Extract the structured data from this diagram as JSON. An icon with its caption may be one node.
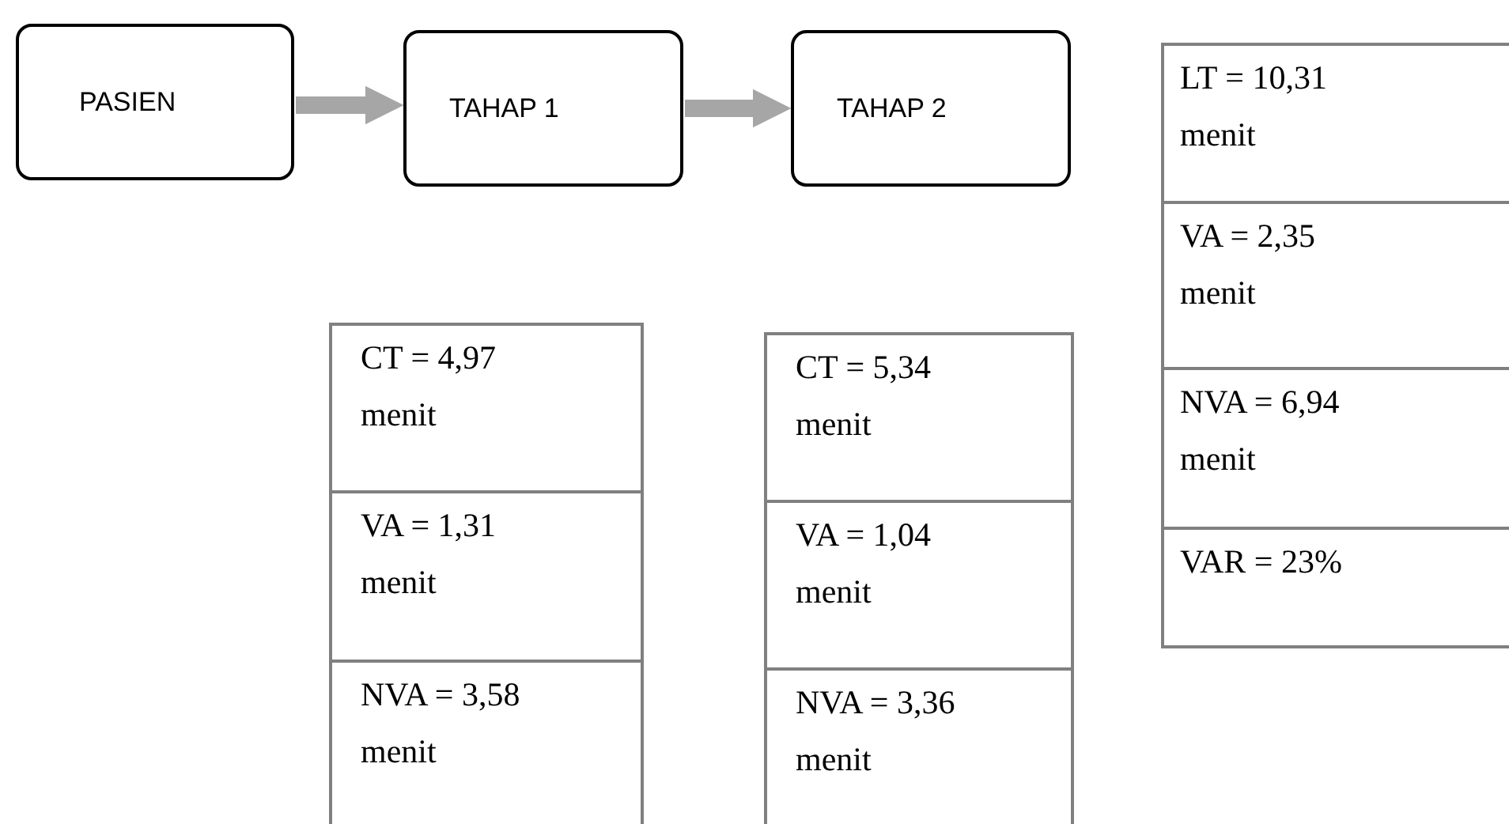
{
  "diagram": {
    "nodes": [
      {
        "text": [
          "PASIEN"
        ]
      },
      {
        "text": [
          "TAHAP 1"
        ]
      },
      {
        "text": [
          "TAHAP 2"
        ]
      },
      {
        "text": [
          "LT = 10,31 menit"
        ]
      },
      {
        "text": [
          "VA = 2,35 menit"
        ]
      },
      {
        "text": [
          "NVA = 6,94 menit"
        ]
      },
      {
        "text": [
          "VAR = 23%"
        ]
      },
      {
        "text": [
          "CT = 4,97 menit"
        ]
      },
      {
        "text": [
          "VA = 1,31 menit"
        ]
      },
      {
        "text": [
          "NVA = 3,58 menit"
        ]
      },
      {
        "text": [
          "CT = 5,34 menit"
        ]
      },
      {
        "text": [
          "VA = 1,04 menit"
        ]
      },
      {
        "text": [
          "NVA = 3,36 menit"
        ]
      }
    ],
    "edges": [
      {
        "from": 0,
        "to": 1,
        "arrow": "to"
      },
      {
        "from": 1,
        "to": 2,
        "arrow": "to"
      }
    ]
  }
}
